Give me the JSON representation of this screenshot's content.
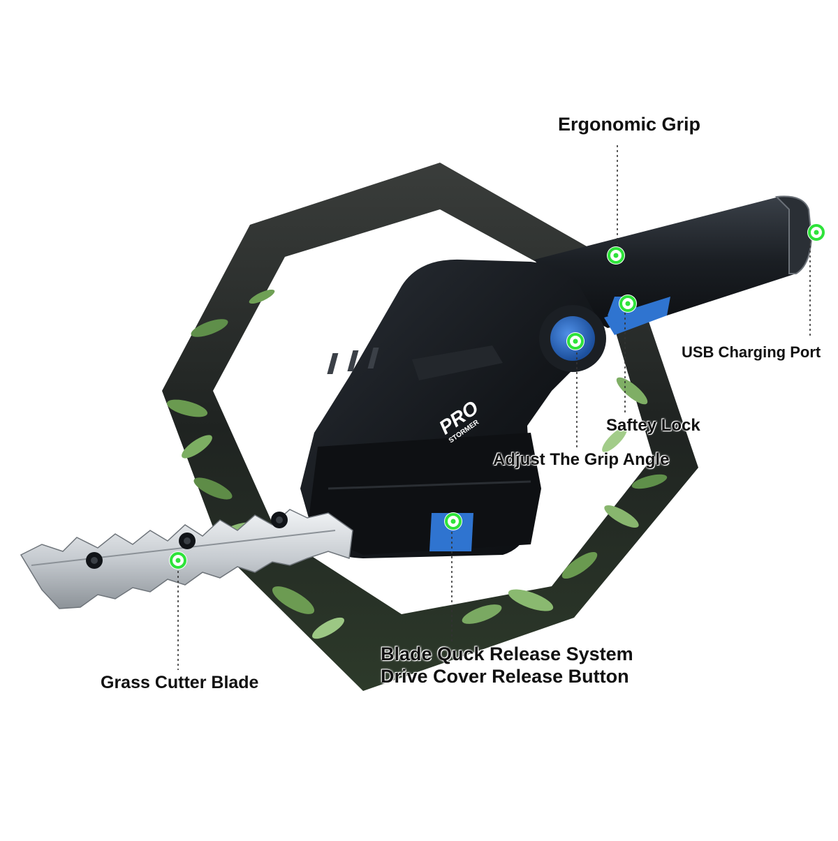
{
  "brand": {
    "logo_text": "PRO",
    "logo_subtext": "STORMER"
  },
  "callouts": {
    "ergonomic_grip": "Ergonomic Grip",
    "usb_charging_port": "USB Charging Port",
    "safety_lock": "Saftey Lock",
    "adjust_grip_angle": "Adjust The Grip Angle",
    "grass_cutter_blade": "Grass Cutter Blade",
    "blade_release_line1": "Blade Quck Release System",
    "blade_release_line2": "Drive Cover Release Button"
  },
  "colors": {
    "marker_green": "#2ee33a",
    "accent_blue": "#2f74d0",
    "tool_body": "#15181d",
    "frame_dark": "#2c302d",
    "foliage": "#5f8f4a"
  }
}
